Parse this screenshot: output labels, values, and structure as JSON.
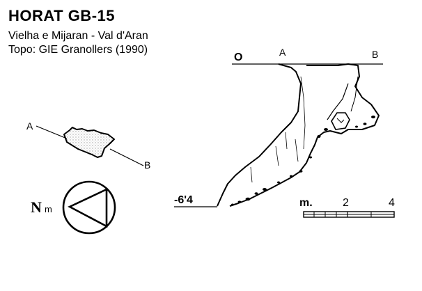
{
  "header": {
    "title": "HORAT GB-15",
    "location": "Vielha e Mijaran - Val d'Aran",
    "survey": "Topo: GIE Granollers  (1990)"
  },
  "plan": {
    "label_a": "A",
    "label_b": "B"
  },
  "section": {
    "label_a": "A",
    "label_b": "B",
    "depth_top": "O",
    "depth_bottom": "-6'4"
  },
  "north": {
    "label_n": "N",
    "label_m": "m"
  },
  "scale": {
    "unit": "m.",
    "tick_2": "2",
    "tick_4": "4"
  },
  "colors": {
    "ink": "#000000",
    "paper": "#ffffff",
    "fill_dots": "#9a9a9a"
  }
}
